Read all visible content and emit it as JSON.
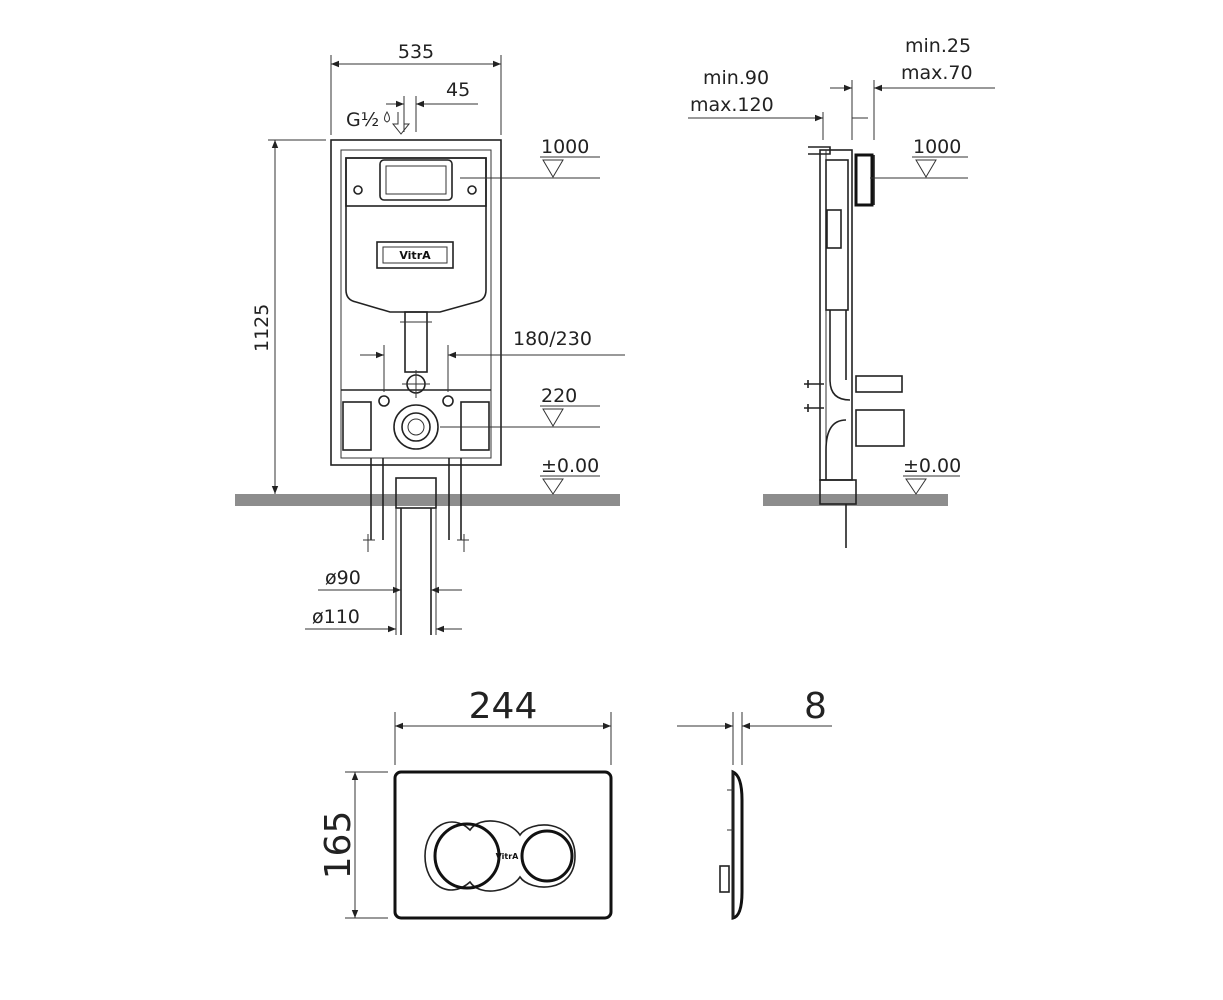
{
  "front_view": {
    "width": "535",
    "offset": "45",
    "thread": "G½",
    "height": "1125",
    "height_top": "1000",
    "span": "180/230",
    "outlet_height": "220",
    "floor": "±0.00",
    "pipe_small": "ø90",
    "pipe_large": "ø110",
    "brand": "VitrA"
  },
  "side_view": {
    "depth_min": "min.90",
    "depth_max": "max.120",
    "wall_min": "min.25",
    "wall_max": "max.70",
    "height_top": "1000",
    "floor": "±0.00"
  },
  "flush_plate": {
    "width": "244",
    "height": "165",
    "thickness": "8",
    "brand": "VitrA"
  }
}
